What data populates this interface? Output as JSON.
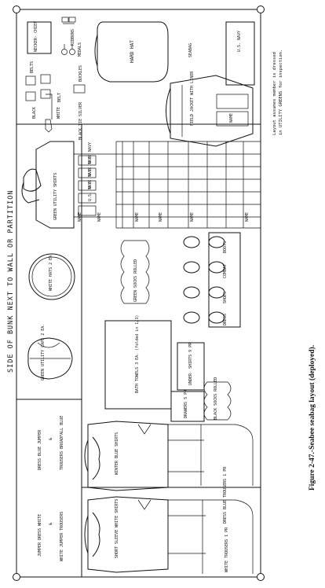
{
  "figure": {
    "caption": "Figure 2-47.-Seabee seabag layout (deployed).",
    "header": "SIDE OF BUNK NEXT TO WALL OR PARTITION",
    "note_line1": "Layout assumes member is dressed",
    "note_line2": "in UTILITY GREENS for inspection."
  },
  "items": {
    "neckerchief": "NECKER- CHIEF",
    "ribbons": "RIBBONS",
    "medals": "MEDALS",
    "belts": "BELTS",
    "buckles": "BUCKLES",
    "belt": "BELT",
    "black": "BLACK",
    "white": "WHITE",
    "silver": "SILVER",
    "black_tie": "BLACK TIE",
    "hard_hat": "HARD HAT",
    "seabag": "SEABAG",
    "us_navy": "U.S. NAVY",
    "field_jacket": "FIELD JACKET WITH LINER",
    "name": "NAME",
    "green_utility_shirts": "GREEN UTILITY SHIRTS",
    "green_socks": "GREEN SOCKS ROLLED",
    "white_hats": "WHITE HATS 2 EA.",
    "boots": "BOOTS",
    "combat": "COMBAT",
    "shoes": "SHOES",
    "dress": "DRESS",
    "green_utility_caps": "GREEN UTILITY CAPS 2 EA.",
    "bath_towels": "BATH TOWELS 3 EA. (folded in 1/3)",
    "undershirts": "UNDER- SHIRTS 9 PR",
    "drawers": "DRAWERS 5 PR",
    "black_socks": "BLACK SOCKS ROLLED",
    "dress_blue_jumper": "DRESS BLUE JUMPER",
    "amp": "&",
    "trousers_broadfall": "TROUSERS BROADFALL BLUE",
    "winter_blue_shirts": "WINTER BLUE SHIRTS",
    "dress_blue_trousers": "DRESS BLUE TROUSERS 1 PR",
    "jumper_dress_white": "JUMPER DRESS WHITE",
    "white_jumper_trousers": "WHITE JUMPER TROUSERS",
    "short_sleeve_white": "SHORT SLEEVE WHITE SHIRTS",
    "white_trousers": "WHITE TROUSERS 1 PR"
  }
}
